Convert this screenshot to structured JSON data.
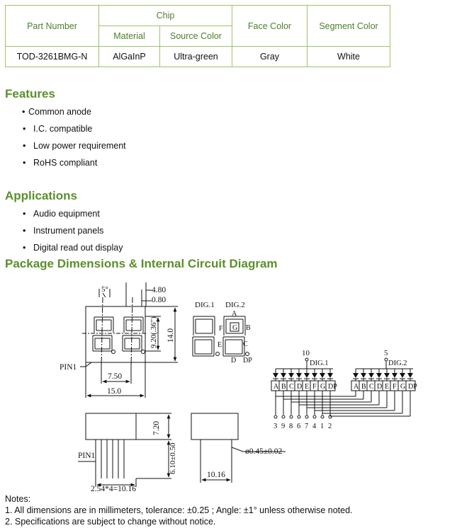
{
  "spec_table": {
    "part_number_header": "Part Number",
    "chip_header": "Chip",
    "material_header": "Material",
    "source_color_header": "Source Color",
    "face_color_header": "Face Color",
    "segment_color_header": "Segment Color",
    "row": {
      "part_number": "TOD-3261BMG-N",
      "material": "AlGaInP",
      "source_color": "Ultra-green",
      "face_color": "Gray",
      "segment_color": "White"
    }
  },
  "features": {
    "title": "Features",
    "items": [
      "Common anode",
      "I.C. compatible",
      "Low power requirement",
      "RoHS compliant"
    ]
  },
  "applications": {
    "title": "Applications",
    "items": [
      "Audio equipment",
      "Instrument panels",
      "Digital read out display"
    ]
  },
  "package": {
    "title": "Package Dimensions & Internal Circuit Diagram",
    "front": {
      "angle": "5°",
      "dim_top1": "4.80",
      "dim_top2": "0.80",
      "height_inner": "9.20(.36\")",
      "height_outer": "14.0",
      "pitch": "7.50",
      "width": "15.0",
      "pin1": "PIN1"
    },
    "segment_legend": {
      "dig1": "DIG.1",
      "dig2": "DIG.2",
      "a": "A",
      "b": "B",
      "c": "C",
      "d": "D",
      "e": "E",
      "f": "F",
      "g": "G",
      "dp": "DP"
    },
    "side": {
      "height_body": "7.20",
      "pin_len": "6.10±0.50",
      "pin_pitch": "2.54*4=10.16",
      "pin1": "PIN1"
    },
    "end": {
      "pin_dia": "ø0.45±0.02",
      "depth": "10.16"
    },
    "circuit": {
      "dig1_pin": "10",
      "dig2_pin": "5",
      "dig1_label": "DIG.1",
      "dig2_label": "DIG.2",
      "segments": [
        "A",
        "B",
        "C",
        "D",
        "E",
        "F",
        "G",
        "DP"
      ],
      "pins": [
        "3",
        "9",
        "8",
        "6",
        "7",
        "4",
        "1",
        "2"
      ]
    }
  },
  "notes": {
    "title": "Notes:",
    "items": [
      "1. All dimensions are in millimeters, tolerance: ±0.25 ; Angle: ±1° unless otherwise noted.",
      "2. Specifications are subject to change without notice."
    ]
  },
  "colors": {
    "accent_green": "#5a8f2a",
    "table_border": "#9fc26a"
  }
}
